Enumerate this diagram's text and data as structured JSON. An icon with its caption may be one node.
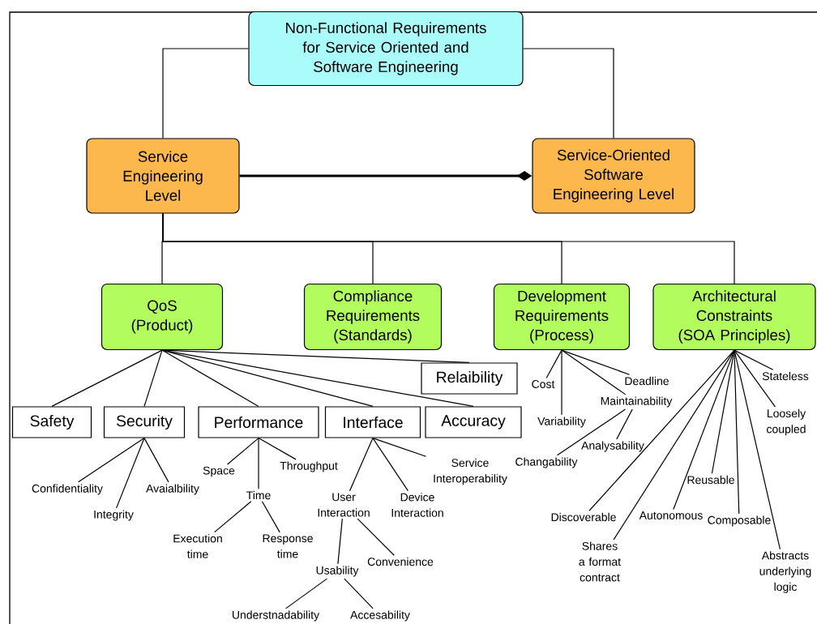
{
  "diagram": {
    "nodes": [
      {
        "text": [
          "Non-Functional Requirements for Service Oriented and Software Engineering"
        ]
      },
      {
        "text": [
          "Service Engineering Level"
        ]
      },
      {
        "text": [
          "Service-Oriented Software Engineering Level"
        ]
      },
      {
        "text": [
          "QoS (Product)"
        ]
      },
      {
        "text": [
          "Compliance Requirements (Standards)"
        ]
      },
      {
        "text": [
          "Development Requirements (Process)"
        ]
      },
      {
        "text": [
          "Architectural Constraints (SOA Principles)"
        ]
      },
      {
        "text": [
          "Relaibility"
        ]
      },
      {
        "text": [
          "Safety"
        ]
      },
      {
        "text": [
          "Security"
        ]
      },
      {
        "text": [
          "Performance"
        ]
      },
      {
        "text": [
          "Interface"
        ]
      },
      {
        "text": [
          "Accuracy"
        ]
      },
      {
        "text": [
          "Cost"
        ]
      },
      {
        "text": [
          "Deadline"
        ]
      },
      {
        "text": [
          "Maintainability"
        ]
      },
      {
        "text": [
          "Variability"
        ]
      },
      {
        "text": [
          "Analysability"
        ]
      },
      {
        "text": [
          "Changability"
        ]
      },
      {
        "text": [
          "Stateless"
        ]
      },
      {
        "text": [
          "Loosely coupled"
        ]
      },
      {
        "text": [
          "Service Interoperability"
        ]
      },
      {
        "text": [
          "Space"
        ]
      },
      {
        "text": [
          "Throughput"
        ]
      },
      {
        "text": [
          "Confidentiality"
        ]
      },
      {
        "text": [
          "Avaialbility"
        ]
      },
      {
        "text": [
          "Time"
        ]
      },
      {
        "text": [
          "User Interaction"
        ]
      },
      {
        "text": [
          "Device Interaction"
        ]
      },
      {
        "text": [
          "Integrity"
        ]
      },
      {
        "text": [
          "Reusable"
        ]
      },
      {
        "text": [
          "Discoverable"
        ]
      },
      {
        "text": [
          "Autonomous"
        ]
      },
      {
        "text": [
          "Composable"
        ]
      },
      {
        "text": [
          "Execution time"
        ]
      },
      {
        "text": [
          "Response time"
        ]
      },
      {
        "text": [
          "Convenience"
        ]
      },
      {
        "text": [
          "Usability"
        ]
      },
      {
        "text": [
          "Shares a format contract"
        ]
      },
      {
        "text": [
          "Abstracts underlying logic"
        ]
      },
      {
        "text": [
          "Understnadability"
        ]
      },
      {
        "text": [
          "Accesability"
        ]
      }
    ],
    "edges": [
      {
        "from": 0,
        "to": 1,
        "arrow": "none"
      },
      {
        "from": 0,
        "to": 2,
        "arrow": "none"
      },
      {
        "from": 1,
        "to": 2,
        "arrow": "other",
        "style": "thick"
      },
      {
        "from": 1,
        "to": 3,
        "arrow": "none"
      },
      {
        "from": 1,
        "to": 4,
        "arrow": "none"
      },
      {
        "from": 1,
        "to": 5,
        "arrow": "none"
      },
      {
        "from": 1,
        "to": 6,
        "arrow": "none"
      },
      {
        "from": 3,
        "to": 7,
        "arrow": "none"
      },
      {
        "from": 3,
        "to": 8,
        "arrow": "none"
      },
      {
        "from": 3,
        "to": 9,
        "arrow": "none"
      },
      {
        "from": 3,
        "to": 10,
        "arrow": "none"
      },
      {
        "from": 3,
        "to": 11,
        "arrow": "none"
      },
      {
        "from": 3,
        "to": 12,
        "arrow": "none"
      },
      {
        "from": 9,
        "to": 24,
        "arrow": "none"
      },
      {
        "from": 9,
        "to": 29,
        "arrow": "none"
      },
      {
        "from": 9,
        "to": 25,
        "arrow": "none"
      },
      {
        "from": 10,
        "to": 22,
        "arrow": "none"
      },
      {
        "from": 10,
        "to": 26,
        "arrow": "none"
      },
      {
        "from": 10,
        "to": 23,
        "arrow": "none"
      },
      {
        "from": 26,
        "to": 34,
        "arrow": "none"
      },
      {
        "from": 26,
        "to": 35,
        "arrow": "none"
      },
      {
        "from": 11,
        "to": 27,
        "arrow": "none"
      },
      {
        "from": 11,
        "to": 28,
        "arrow": "none"
      },
      {
        "from": 11,
        "to": 21,
        "arrow": "none"
      },
      {
        "from": 27,
        "to": 37,
        "arrow": "none"
      },
      {
        "from": 27,
        "to": 36,
        "arrow": "none"
      },
      {
        "from": 37,
        "to": 40,
        "arrow": "none"
      },
      {
        "from": 37,
        "to": 41,
        "arrow": "none"
      },
      {
        "from": 5,
        "to": 13,
        "arrow": "none"
      },
      {
        "from": 5,
        "to": 16,
        "arrow": "none"
      },
      {
        "from": 5,
        "to": 14,
        "arrow": "none"
      },
      {
        "from": 5,
        "to": 15,
        "arrow": "none"
      },
      {
        "from": 15,
        "to": 18,
        "arrow": "none"
      },
      {
        "from": 15,
        "to": 17,
        "arrow": "none"
      },
      {
        "from": 6,
        "to": 31,
        "arrow": "none"
      },
      {
        "from": 6,
        "to": 38,
        "arrow": "none"
      },
      {
        "from": 6,
        "to": 32,
        "arrow": "none"
      },
      {
        "from": 6,
        "to": 30,
        "arrow": "none"
      },
      {
        "from": 6,
        "to": 33,
        "arrow": "none"
      },
      {
        "from": 6,
        "to": 39,
        "arrow": "none"
      },
      {
        "from": 6,
        "to": 20,
        "arrow": "none"
      },
      {
        "from": 6,
        "to": 19,
        "arrow": "none"
      }
    ]
  }
}
